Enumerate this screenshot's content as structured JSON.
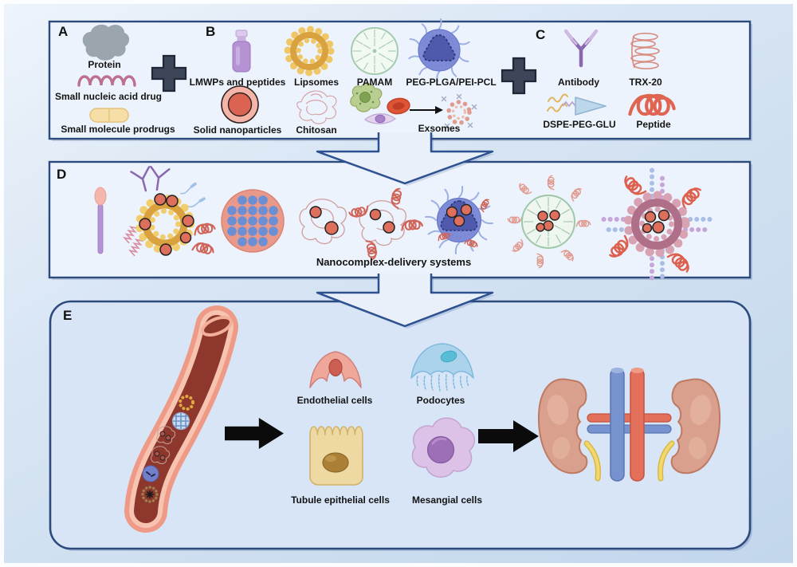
{
  "figure_title": "Nanocomplex-delivery systems figure",
  "panels": {
    "a": {
      "letter": "A",
      "items": {
        "protein": "Protein",
        "nucleic": "Small nucleic acid drug",
        "prodrug": "Small molecule prodrugs"
      }
    },
    "b": {
      "letter": "B",
      "items": {
        "lmwp": "LMWPs and peptides",
        "liposome": "Lipsomes",
        "pamam": "PAMAM",
        "peg": "PEG-PLGA/PEI-PCL",
        "solid": "Solid nanoparticles",
        "chitosan": "Chitosan",
        "exosome": "Exsomes"
      }
    },
    "c": {
      "letter": "C",
      "items": {
        "antibody": "Antibody",
        "trx": "TRX-20",
        "dspe": "DSPE-PEG-GLU",
        "peptide": "Peptide"
      }
    },
    "d": {
      "letter": "D",
      "caption": "Nanocomplex-delivery systems"
    },
    "e": {
      "letter": "E",
      "cells": {
        "endothelial": "Endothelial cells",
        "podocyte": "Podocytes",
        "tubule": "Tubule epithelial cells",
        "mesangial": "Mesangial cells"
      }
    }
  },
  "colors": {
    "panel_border": "#2c4a7c",
    "panel_fill": "#edf3fc",
    "panel_e_fill": "#d7e5f6",
    "plus_sign": "#3c4658",
    "block_arrow_fill": "#e9f0fa",
    "block_arrow_stroke": "#2d5190",
    "red_drug_dot": "#dd6f5c",
    "liposome_gold": "#d9a23f",
    "nano_blue": "#7e8cd8",
    "kidney": "#d9a08d"
  }
}
